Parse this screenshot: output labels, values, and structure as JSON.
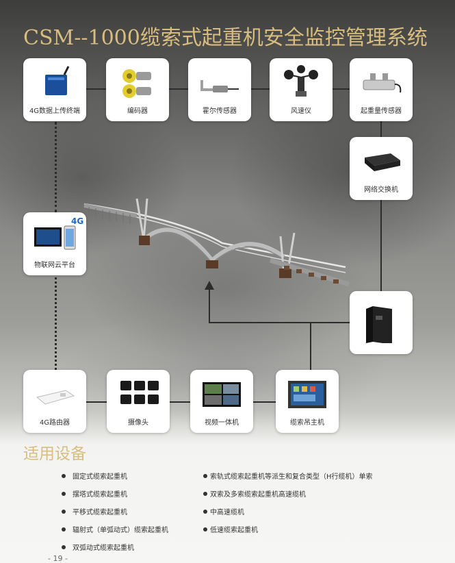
{
  "title": "CSM--1000缆索式起重机安全监控管理系统",
  "devices": {
    "dtu": "4G数据上传终端",
    "encoder": "编码器",
    "hall": "霍尔传感器",
    "anemometer": "风速仪",
    "load": "起重量传感器",
    "switch": "网络交换机",
    "cloud": "物联网云平台",
    "cabinet": "",
    "router": "4G路由器",
    "camera": "摄像头",
    "video": "视频一体机",
    "host": "缆索吊主机"
  },
  "cloud_badge": "4G",
  "section_title": "适用设备",
  "applicable_left": [
    "固定式缆索起重机",
    "摆塔式缆索起重机",
    "平移式缆索起重机",
    "辐射式（单弧动式）缆索起重机",
    "双弧动式缆索起重机"
  ],
  "applicable_right": [
    "索轨式缆索起重机等派生和复合类型（H行缆机）单索",
    "双索及多索缆索起重机高速缆机",
    "中高速缆机",
    "低速缆索起重机"
  ],
  "page_number": "- 19 -",
  "colors": {
    "title": "#d8bd7f",
    "line": "#2c2c2c",
    "card": "#ffffff"
  }
}
